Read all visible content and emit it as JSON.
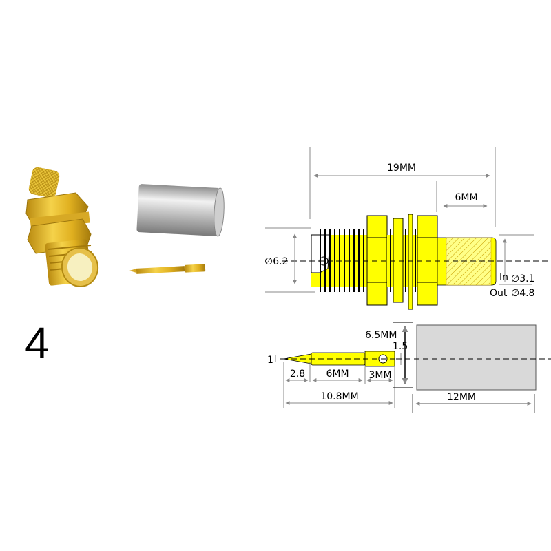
{
  "variant_number": "4",
  "photo": {
    "items": [
      "sma-bulkhead-jack-connector",
      "crimp-ferrule",
      "center-pin"
    ]
  },
  "colors": {
    "part_fill": "#ffff00",
    "ferrule_fill": "#d9d9d9",
    "line": "#000000",
    "dim_line": "#888888",
    "hatch": "#c8a000"
  },
  "top_diagram": {
    "overall_length": "19MM",
    "crimp_length": "6MM",
    "thread_diameter": "∅6.2",
    "inner_diameter_label": "In",
    "inner_diameter": "∅3.1",
    "outer_diameter_label": "Out",
    "outer_diameter": "∅4.8"
  },
  "pin_diagram": {
    "tip_width": "1",
    "tip_length": "2.8",
    "shaft_length": "6MM",
    "end_length": "3MM",
    "total_length": "10.8MM",
    "end_diameter": "1.5"
  },
  "ferrule_diagram": {
    "height": "6.5MM",
    "length": "12MM"
  }
}
